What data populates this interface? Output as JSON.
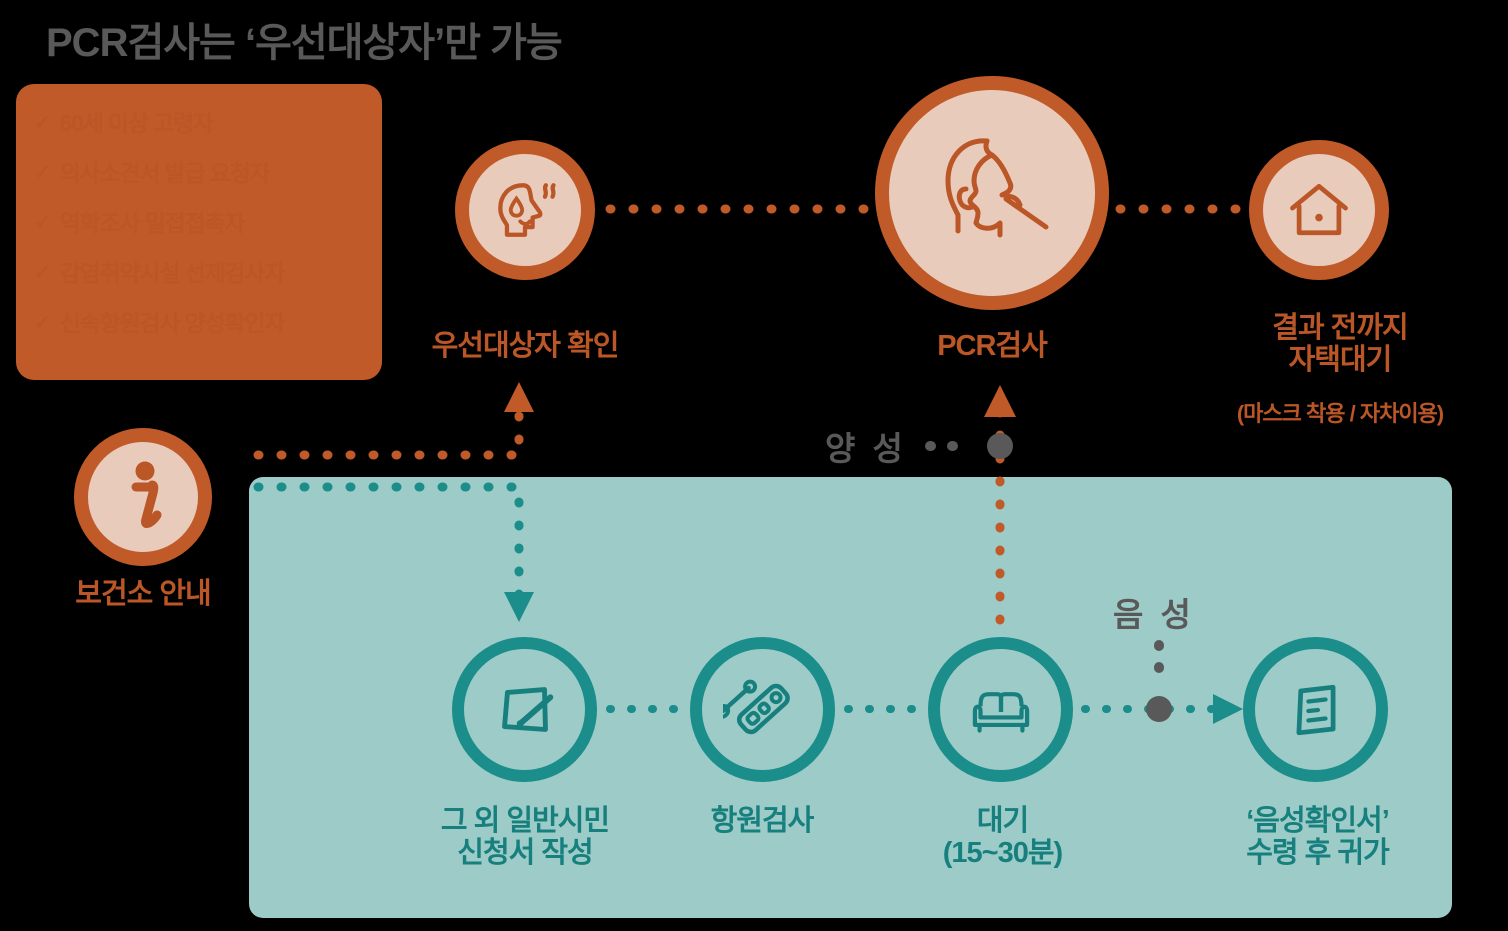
{
  "title": "PCR검사는 ‘우선대상자’만 가능",
  "notice_panel": {
    "bullet": "✓",
    "lines": [
      "60세 이상 고령자",
      "의사소견서 발급 요청자",
      "역학조사 밀접접촉자",
      "감염취약시설 선제검사자",
      "신속항원검사 양성확인자"
    ]
  },
  "flow_labels": {
    "positive": "양 성",
    "negative": "음 성"
  },
  "nodes": {
    "info": {
      "icon": "info-icon",
      "glyph": "i",
      "label": "보건소 안내"
    },
    "symptom": {
      "icon": "feverish-head-icon",
      "label": "우선대상자 확인"
    },
    "pcr": {
      "icon": "nasal-swab-head-icon",
      "label": "PCR검사"
    },
    "home": {
      "icon": "house-icon",
      "label": "결과 전까지\n자택대기",
      "sublabel": "(마스크 착용 / 자차이용)"
    },
    "form": {
      "icon": "application-form-icon",
      "label": "그 외 일반시민\n신청서 작성"
    },
    "antigen": {
      "icon": "test-kit-icon",
      "label": "항원검사"
    },
    "wait": {
      "icon": "sofa-icon",
      "label": "대기\n(15~30분)"
    },
    "certificate": {
      "icon": "certificate-icon",
      "label": "‘음성확인서’\n수령 후 귀가"
    }
  },
  "colors": {
    "background": "#000000",
    "orange": "#c05a28",
    "orange_text": "#bb5626",
    "orange_fill": "#e9cbbc",
    "teal_panel": "#9ccbc8",
    "teal": "#1b8d8a",
    "teal_text": "#17807e",
    "gray_text": "#595959"
  }
}
